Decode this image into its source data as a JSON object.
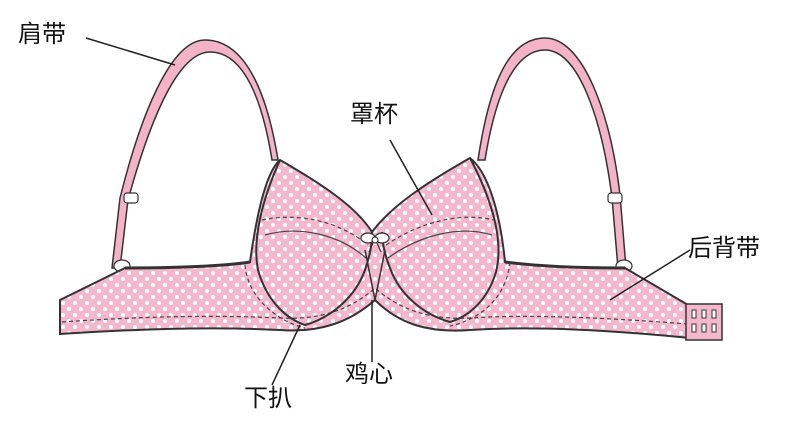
{
  "labels": {
    "shoulder_strap": "肩带",
    "cup": "罩杯",
    "back_band": "后背带",
    "center_gore": "鸡心",
    "underwire": "下扒"
  },
  "colors": {
    "fabric_pink": "#f4b8cc",
    "strap_pink": "#f5b3c8",
    "dot_white": "#ffffff",
    "outline": "#333333",
    "stitch": "#444444",
    "leader_line": "#222222"
  }
}
